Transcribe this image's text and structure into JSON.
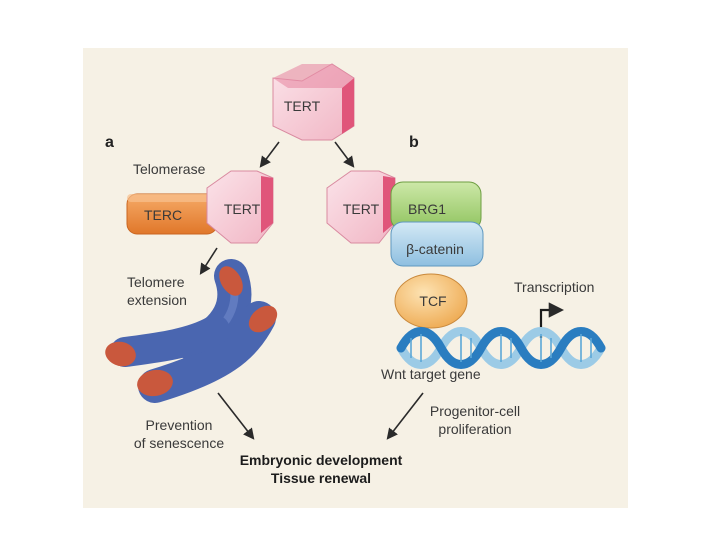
{
  "panels": {
    "a": "a",
    "b": "b"
  },
  "proteins": {
    "tert_top": "TERT",
    "tert_a": "TERT",
    "terc": "TERC",
    "tert_b": "TERT",
    "brg1": "BRG1",
    "beta_catenin": "β-catenin",
    "tcf": "TCF"
  },
  "labels": {
    "telomerase": "Telomerase",
    "telomere_extension_1": "Telomere",
    "telomere_extension_2": "extension",
    "transcription": "Transcription",
    "wnt_target_gene": "Wnt target gene",
    "prevention_1": "Prevention",
    "prevention_2": "of senescence",
    "progenitor_1": "Progenitor-cell",
    "progenitor_2": "proliferation",
    "outcome_1": "Embryonic development",
    "outcome_2": "Tissue renewal"
  },
  "colors": {
    "background": "#f6f1e5",
    "tert_fill": "#f5c9d3",
    "tert_side": "#e0557a",
    "terc": "#ee8a3a",
    "brg1": "#a9d47a",
    "beta_catenin": "#a9cfe6",
    "tcf": "#f4c27a",
    "chromosome": "#4a66b0",
    "telomere_cap": "#c9583d",
    "dna_light": "#9ccbe6",
    "dna_dark": "#2a7dc0"
  }
}
